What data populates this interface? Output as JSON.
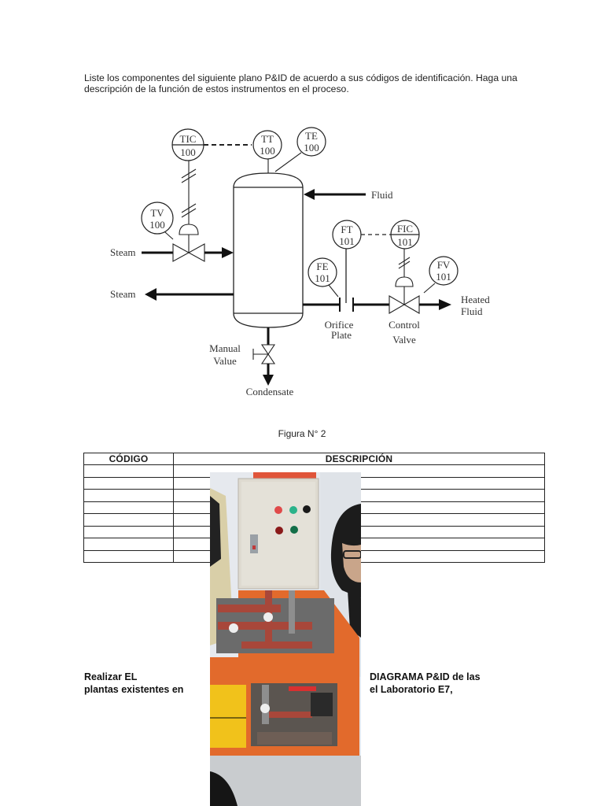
{
  "instructions": "Liste los componentes del siguiente plano P&ID de acuerdo a sus códigos de identificación. Haga una descripción de la función de estos instrumentos en el proceso.",
  "diagram": {
    "instruments": [
      {
        "id": "tic",
        "tag": "TIC",
        "loop": "100",
        "type": "controller"
      },
      {
        "id": "tt",
        "tag": "TT",
        "loop": "100",
        "type": "field"
      },
      {
        "id": "te",
        "tag": "TE",
        "loop": "100",
        "type": "field"
      },
      {
        "id": "tv",
        "tag": "TV",
        "loop": "100",
        "type": "field"
      },
      {
        "id": "ft",
        "tag": "FT",
        "loop": "101",
        "type": "field"
      },
      {
        "id": "fic",
        "tag": "FIC",
        "loop": "101",
        "type": "controller"
      },
      {
        "id": "fe",
        "tag": "FE",
        "loop": "101",
        "type": "field"
      },
      {
        "id": "fv",
        "tag": "FV",
        "loop": "101",
        "type": "field"
      }
    ],
    "labels": {
      "fluid_in": "Fluid",
      "steam_in": "Steam",
      "steam_out": "Steam",
      "heated_fluid_1": "Heated",
      "heated_fluid_2": "Fluid",
      "orifice_1": "Orifice",
      "orifice_2": "Plate",
      "control_valve_1": "Control",
      "control_valve_2": "Valve",
      "manual_valve_1": "Manual",
      "manual_valve_2": "Value",
      "condensate": "Condensate"
    }
  },
  "caption": "Figura N° 2",
  "table": {
    "headers": [
      "CÓDIGO",
      "DESCRIPCIÓN"
    ],
    "rows": [
      [
        "",
        ""
      ],
      [
        "",
        ""
      ],
      [
        "",
        ""
      ],
      [
        "",
        ""
      ],
      [
        "",
        ""
      ],
      [
        "",
        ""
      ],
      [
        "",
        ""
      ],
      [
        "",
        ""
      ]
    ]
  },
  "photo": {
    "description": "Laboratory plant photo: beige electrical control panel with red and green pilot lights and a selector switch, mounted over an orange frame with piping and valves"
  },
  "bottom": {
    "left_line1": "Realizar EL",
    "left_line2": "plantas existentes en",
    "right_line1": "DIAGRAMA P&ID de las",
    "right_line2": "el Laboratorio E7,"
  }
}
